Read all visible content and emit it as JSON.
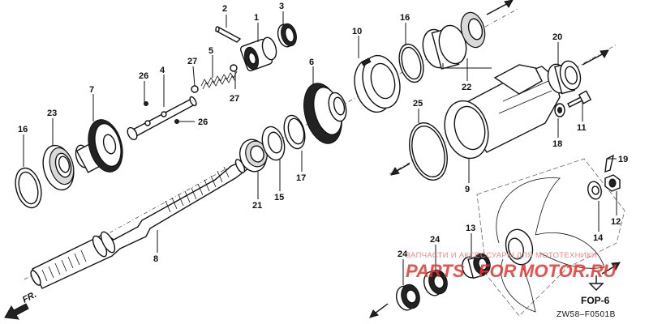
{
  "diagram": {
    "figure_code": "FOP-6",
    "drawing_number": "ZW58–F0501B",
    "direction_label": "FR.",
    "watermark": {
      "line": "ЗАПЧАСТИ И АКСЕССУАРЫ ДЛЯ МОТОТЕХНИКИ",
      "logo_left": "PARTS",
      "logo_right": "MOTOR.RU",
      "logo_mid": "FOR"
    },
    "callouts": {
      "c1": "1",
      "c2": "2",
      "c3": "3",
      "c4": "4",
      "c5": "5",
      "c6": "6",
      "c7": "7",
      "c8": "8",
      "c9": "9",
      "c10": "10",
      "c11": "11",
      "c12": "12",
      "c13": "13",
      "c14": "14",
      "c15": "15",
      "c16a": "16",
      "c16b": "16",
      "c17": "17",
      "c18": "18",
      "c19": "19",
      "c20": "20",
      "c21": "21",
      "c22": "22",
      "c23": "23",
      "c24a": "24",
      "c24b": "24",
      "c25": "25",
      "c26a": "26",
      "c26b": "26",
      "c27a": "27",
      "c27b": "27"
    }
  }
}
